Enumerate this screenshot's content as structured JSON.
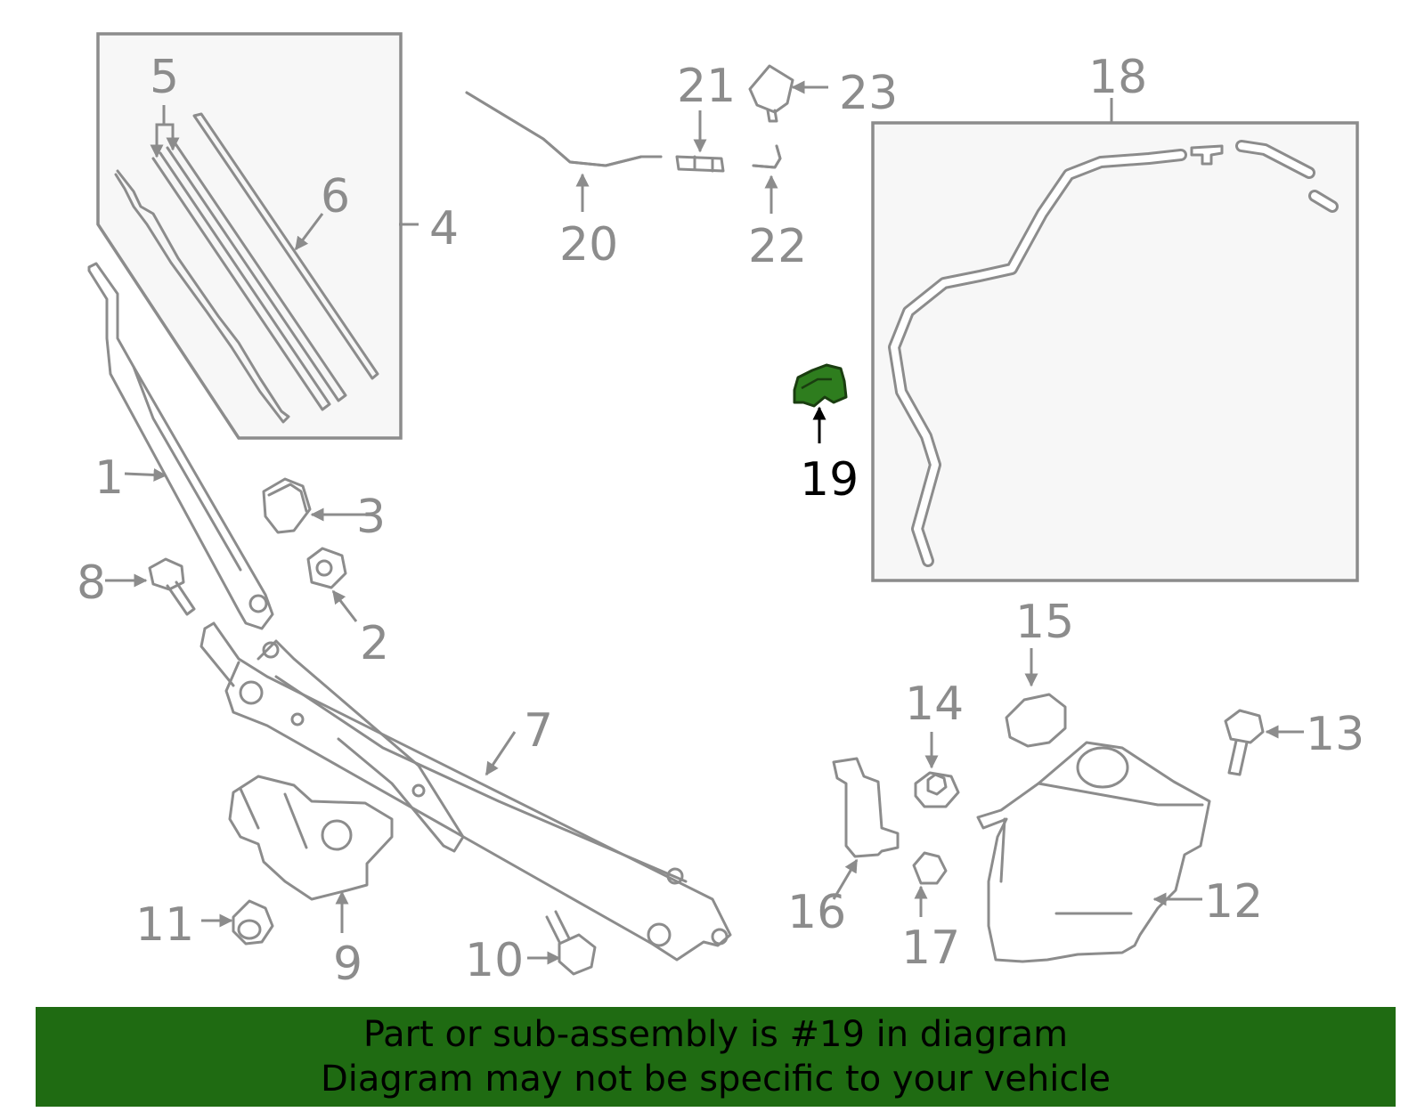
{
  "highlight_part": "19",
  "colors": {
    "part_stroke": "#8c8c8c",
    "highlight_fill": "#2e7d1e",
    "banner_bg": "#1f6b12",
    "label_text": "#8c8c8c",
    "highlight_label": "#000000"
  },
  "labels": {
    "p1": "1",
    "p2": "2",
    "p3": "3",
    "p4": "4",
    "p5": "5",
    "p6": "6",
    "p7": "7",
    "p8": "8",
    "p9": "9",
    "p10": "10",
    "p11": "11",
    "p12": "12",
    "p13": "13",
    "p14": "14",
    "p15": "15",
    "p16": "16",
    "p17": "17",
    "p18": "18",
    "p19": "19",
    "p20": "20",
    "p21": "21",
    "p22": "22",
    "p23": "23"
  },
  "banner": {
    "line1": "Part or sub-assembly is #19 in diagram",
    "line2": "Diagram may not be specific to your vehicle"
  }
}
